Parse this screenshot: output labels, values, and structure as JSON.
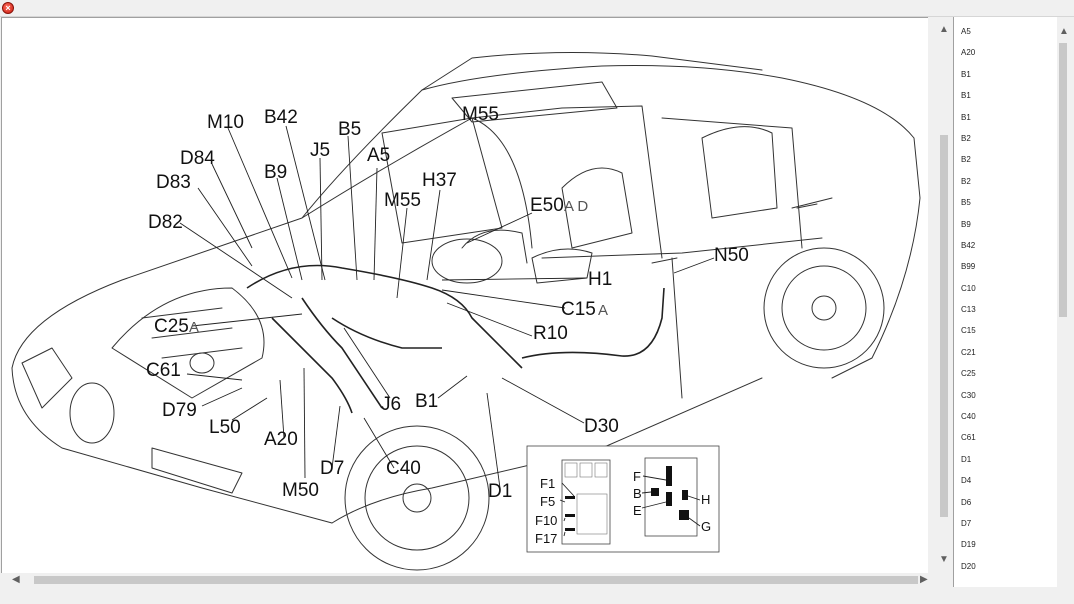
{
  "window": {
    "close_icon": "close-icon"
  },
  "diagram": {
    "component_labels": {
      "M10": "M10",
      "B42": "B42",
      "B5": "B5",
      "M55_top": "M55",
      "J5": "J5",
      "A5": "A5",
      "D84": "D84",
      "B9": "B9",
      "H37": "H37",
      "D83": "D83",
      "M55_mid": "M55",
      "E50": "E50",
      "E50_sub": "A D",
      "D82": "D82",
      "N50": "N50",
      "H1": "H1",
      "C15": "C15",
      "C15_sub": "A",
      "C25": "C25",
      "C25_sub": "A",
      "R10": "R10",
      "C61": "C61",
      "J6": "J6",
      "B1": "B1",
      "D79": "D79",
      "D30": "D30",
      "L50": "L50",
      "A20": "A20",
      "D7": "D7",
      "C40": "C40",
      "M50": "M50",
      "D1": "D1"
    },
    "fuse_labels": {
      "F1": "F1",
      "F5": "F5",
      "F10": "F10",
      "F17": "F17"
    },
    "relay_labels": {
      "F": "F",
      "B": "B",
      "E": "E",
      "H": "H",
      "G": "G"
    }
  },
  "component_list": {
    "items": [
      "A5",
      "A20",
      "B1",
      "B1",
      "B1",
      "B2",
      "B2",
      "B2",
      "B5",
      "B9",
      "B42",
      "B99",
      "C10",
      "C13",
      "C15",
      "C21",
      "C25",
      "C30",
      "C40",
      "C61",
      "D1",
      "D4",
      "D6",
      "D7",
      "D19",
      "D20"
    ]
  }
}
